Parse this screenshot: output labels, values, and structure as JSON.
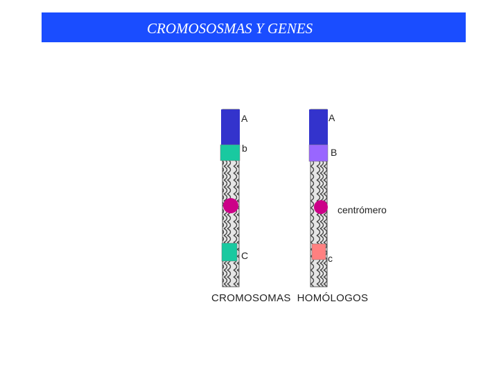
{
  "title": "CROMOSOSMAS Y GENES",
  "chromosome_left": {
    "genes": [
      {
        "label": "A",
        "color": "#3333cc"
      },
      {
        "label": "b",
        "color": "#19c9a0"
      },
      {
        "label": "C",
        "color": "#19c9a0"
      }
    ],
    "centromere_color": "#cc0088"
  },
  "chromosome_right": {
    "genes": [
      {
        "label": "A",
        "color": "#3333cc"
      },
      {
        "label": "B",
        "color": "#9966ff"
      },
      {
        "label": "c",
        "color": "#ff8080"
      }
    ],
    "centromere_color": "#cc0088",
    "centromere_label": "centrómero"
  },
  "caption": "CROMOSOMAS  HOMÓLOGOS",
  "colors": {
    "title_bar": "#1a4dff",
    "title_text": "#ffffff"
  }
}
